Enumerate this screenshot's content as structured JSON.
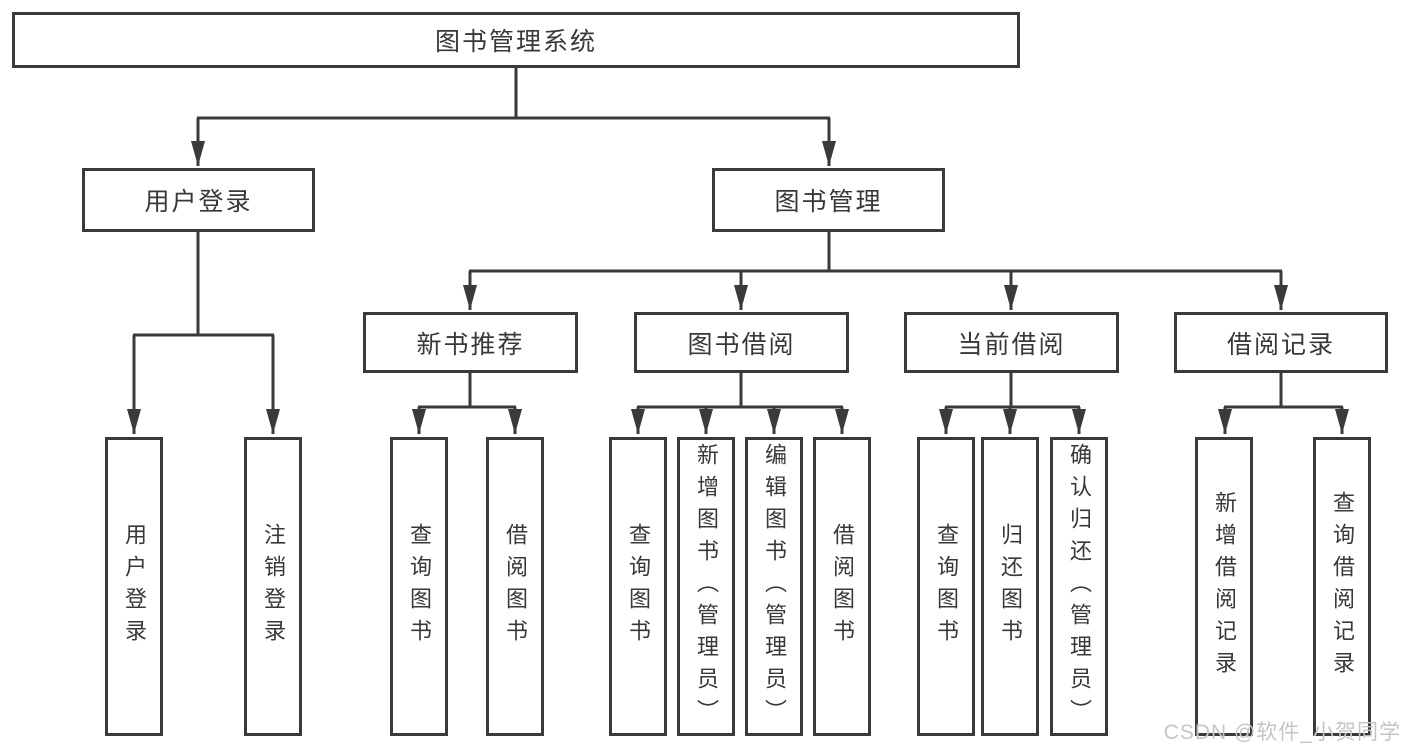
{
  "diagram": {
    "type": "tree",
    "nodes": {
      "root": "图书管理系统",
      "level2": [
        "用户登录",
        "图书管理"
      ],
      "level3": [
        "新书推荐",
        "图书借阅",
        "当前借阅",
        "借阅记录"
      ],
      "leaves_user": [
        "用户登录",
        "注销登录"
      ],
      "leaves_newbook": [
        "查询图书",
        "借阅图书"
      ],
      "leaves_borrow": [
        "查询图书",
        "新增图书（管理员）",
        "编辑图书（管理员）",
        "借阅图书"
      ],
      "leaves_current": [
        "查询图书",
        "归还图书",
        "确认归还（管理员）"
      ],
      "leaves_record": [
        "新增借阅记录",
        "查询借阅记录"
      ]
    },
    "hierarchy": {
      "图书管理系统": [
        "用户登录",
        "图书管理"
      ],
      "用户登录": [
        "用户登录",
        "注销登录"
      ],
      "图书管理": [
        "新书推荐",
        "图书借阅",
        "当前借阅",
        "借阅记录"
      ],
      "新书推荐": [
        "查询图书",
        "借阅图书"
      ],
      "图书借阅": [
        "查询图书",
        "新增图书（管理员）",
        "编辑图书（管理员）",
        "借阅图书"
      ],
      "当前借阅": [
        "查询图书",
        "归还图书",
        "确认归还（管理员）"
      ],
      "借阅记录": [
        "新增借阅记录",
        "查询借阅记录"
      ]
    }
  },
  "watermark": {
    "text": "CSDN @软件_小贺同学"
  },
  "colors": {
    "line": "#3a3a3a",
    "box_border": "#3a3a3a",
    "box_fill": "#ffffff",
    "text": "#383838",
    "watermark": "#c5c5c5",
    "background": "#ffffff"
  }
}
